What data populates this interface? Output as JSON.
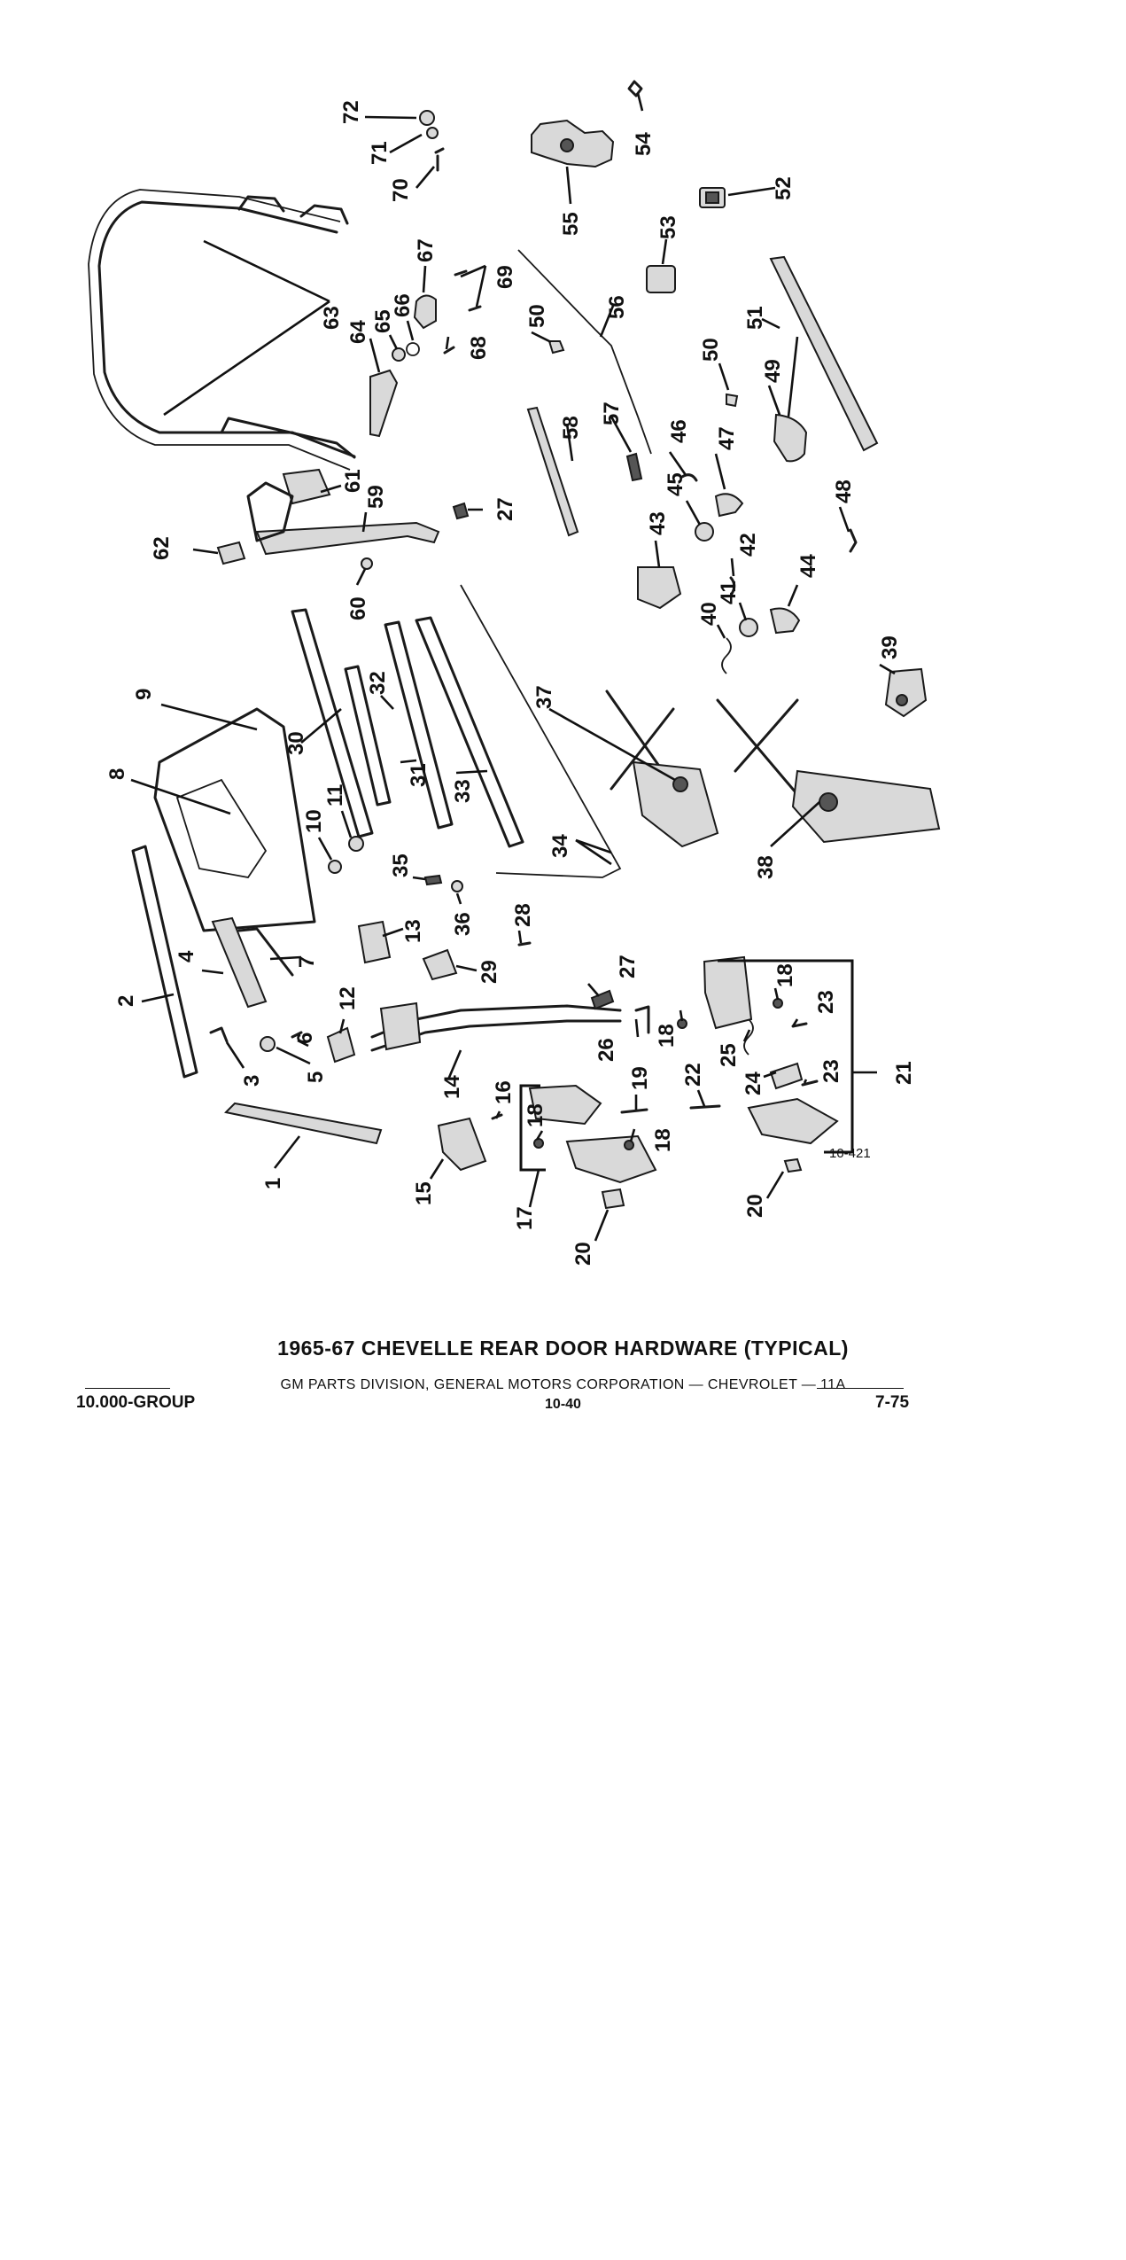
{
  "title": "1965-67 CHEVELLE REAR DOOR HARDWARE (TYPICAL)",
  "footer": {
    "division": "GM PARTS DIVISION, GENERAL MOTORS CORPORATION — CHEVROLET — 11A",
    "group": "10.000-GROUP",
    "page": "10-40",
    "date": "7-75"
  },
  "figure_ref": "10-421",
  "callouts": [
    "1",
    "2",
    "3",
    "4",
    "5",
    "6",
    "7",
    "8",
    "9",
    "10",
    "11",
    "12",
    "13",
    "14",
    "15",
    "16",
    "17",
    "18",
    "19",
    "20",
    "21",
    "22",
    "23",
    "24",
    "25",
    "26",
    "27",
    "28",
    "29",
    "30",
    "31",
    "32",
    "33",
    "34",
    "35",
    "36",
    "37",
    "38",
    "39",
    "40",
    "41",
    "42",
    "43",
    "44",
    "45",
    "46",
    "47",
    "48",
    "49",
    "50",
    "51",
    "52",
    "53",
    "54",
    "55",
    "56",
    "57",
    "58",
    "59",
    "60",
    "61",
    "62",
    "63",
    "64",
    "65",
    "66",
    "67",
    "68",
    "69",
    "70",
    "71",
    "72"
  ]
}
